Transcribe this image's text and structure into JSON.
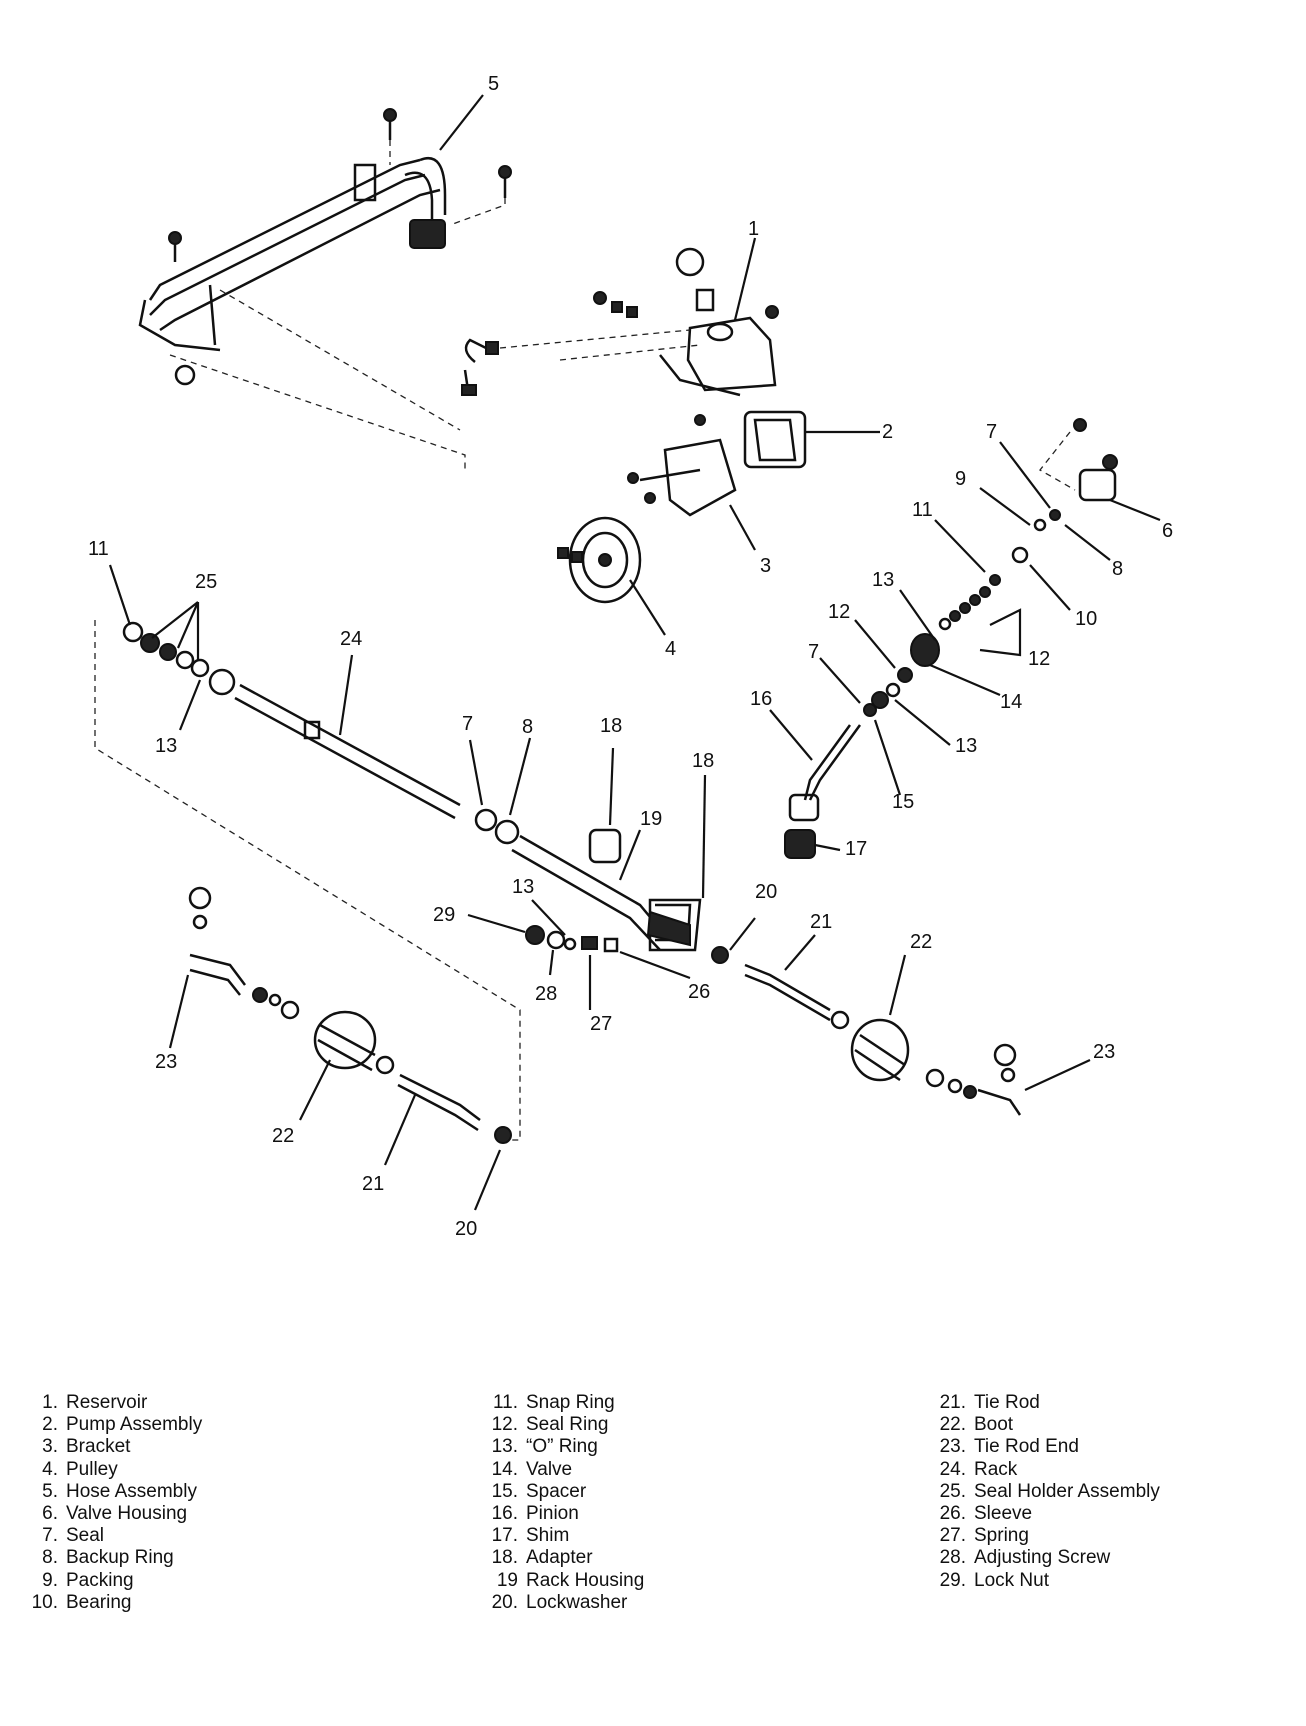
{
  "callouts": [
    {
      "id": "c5",
      "text": "5"
    },
    {
      "id": "c1",
      "text": "1"
    },
    {
      "id": "c2",
      "text": "2"
    },
    {
      "id": "c3",
      "text": "3"
    },
    {
      "id": "c4",
      "text": "4"
    },
    {
      "id": "c6",
      "text": "6"
    },
    {
      "id": "c7a",
      "text": "7"
    },
    {
      "id": "c8a",
      "text": "8"
    },
    {
      "id": "c9",
      "text": "9"
    },
    {
      "id": "c10",
      "text": "10"
    },
    {
      "id": "c11a",
      "text": "11"
    },
    {
      "id": "c12a",
      "text": "12"
    },
    {
      "id": "c12b",
      "text": "12"
    },
    {
      "id": "c13a",
      "text": "13"
    },
    {
      "id": "c13b",
      "text": "13"
    },
    {
      "id": "c14",
      "text": "14"
    },
    {
      "id": "c7b",
      "text": "7"
    },
    {
      "id": "c15",
      "text": "15"
    },
    {
      "id": "c16",
      "text": "16"
    },
    {
      "id": "c17",
      "text": "17"
    },
    {
      "id": "c11b",
      "text": "11"
    },
    {
      "id": "c25",
      "text": "25"
    },
    {
      "id": "c13c",
      "text": "13"
    },
    {
      "id": "c24",
      "text": "24"
    },
    {
      "id": "c7c",
      "text": "7"
    },
    {
      "id": "c8b",
      "text": "8"
    },
    {
      "id": "c18a",
      "text": "18"
    },
    {
      "id": "c18b",
      "text": "18"
    },
    {
      "id": "c19",
      "text": "19"
    },
    {
      "id": "c20a",
      "text": "20"
    },
    {
      "id": "c21a",
      "text": "21"
    },
    {
      "id": "c22a",
      "text": "22"
    },
    {
      "id": "c29",
      "text": "29"
    },
    {
      "id": "c13d",
      "text": "13"
    },
    {
      "id": "c28",
      "text": "28"
    },
    {
      "id": "c27",
      "text": "27"
    },
    {
      "id": "c26",
      "text": "26"
    },
    {
      "id": "c23a",
      "text": "23"
    },
    {
      "id": "c23b",
      "text": "23"
    },
    {
      "id": "c22b",
      "text": "22"
    },
    {
      "id": "c21b",
      "text": "21"
    },
    {
      "id": "c20b",
      "text": "20"
    }
  ],
  "legend": {
    "columns": [
      [
        {
          "num": "1.",
          "label": "Reservoir"
        },
        {
          "num": "2.",
          "label": "Pump Assembly"
        },
        {
          "num": "3.",
          "label": "Bracket"
        },
        {
          "num": "4.",
          "label": "Pulley"
        },
        {
          "num": "5.",
          "label": "Hose Assembly"
        },
        {
          "num": "6.",
          "label": "Valve Housing"
        },
        {
          "num": "7.",
          "label": "Seal"
        },
        {
          "num": "8.",
          "label": "Backup Ring"
        },
        {
          "num": "9.",
          "label": "Packing"
        },
        {
          "num": "10.",
          "label": "Bearing"
        }
      ],
      [
        {
          "num": "11.",
          "label": "Snap Ring"
        },
        {
          "num": "12.",
          "label": "Seal Ring"
        },
        {
          "num": "13.",
          "label": "“O” Ring"
        },
        {
          "num": "14.",
          "label": "Valve"
        },
        {
          "num": "15.",
          "label": "Spacer"
        },
        {
          "num": "16.",
          "label": "Pinion"
        },
        {
          "num": "17.",
          "label": "Shim"
        },
        {
          "num": "18.",
          "label": "Adapter"
        },
        {
          "num": "19",
          "label": "Rack Housing"
        },
        {
          "num": "20.",
          "label": "Lockwasher"
        }
      ],
      [
        {
          "num": "21.",
          "label": "Tie Rod"
        },
        {
          "num": "22.",
          "label": "Boot"
        },
        {
          "num": "23.",
          "label": "Tie Rod End"
        },
        {
          "num": "24.",
          "label": "Rack"
        },
        {
          "num": "25.",
          "label": "Seal Holder Assembly"
        },
        {
          "num": "26.",
          "label": "Sleeve"
        },
        {
          "num": "27.",
          "label": "Spring"
        },
        {
          "num": "28.",
          "label": "Adjusting Screw"
        },
        {
          "num": "29.",
          "label": "Lock Nut"
        }
      ]
    ]
  }
}
